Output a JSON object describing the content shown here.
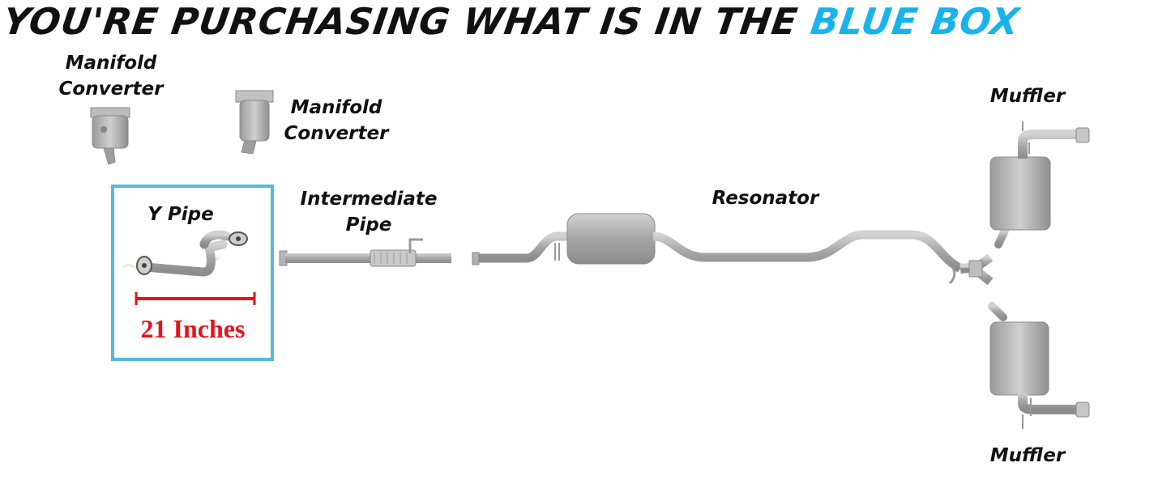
{
  "banner": {
    "text_main": "YOU'RE PURCHASING WHAT IS IN THE ",
    "text_highlight": "BLUE BOX",
    "highlight_color": "#19b3ec"
  },
  "parts": {
    "manifold_converter_1": {
      "line1": "Manifold",
      "line2": "Converter"
    },
    "manifold_converter_2": {
      "line1": "Manifold",
      "line2": "Converter"
    },
    "y_pipe": {
      "label": "Y Pipe",
      "length_text": "21 Inches",
      "selected": true
    },
    "intermediate_pipe": {
      "line1": "Intermediate",
      "line2": "Pipe"
    },
    "resonator": {
      "label": "Resonator"
    },
    "muffler_top": {
      "label": "Muffler"
    },
    "muffler_bottom": {
      "label": "Muffler"
    }
  },
  "colors": {
    "selection_box": "#58b7de",
    "dimension_line": "#e4141b",
    "pipe": "#a9a9a9"
  }
}
